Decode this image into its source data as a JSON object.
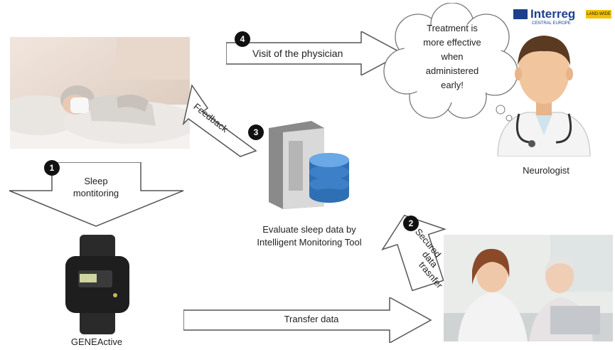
{
  "steps": {
    "step1": {
      "number": "1",
      "line1": "Sleep",
      "line2": "montitoring"
    },
    "step2": {
      "number": "2",
      "line1": "Secured",
      "line2": "data",
      "line3": "trasnfer"
    },
    "step3": {
      "number": "3",
      "label": "Feedback"
    },
    "step4": {
      "number": "4",
      "label": "Visit of the physician"
    }
  },
  "transfer_label": "Transfer data",
  "thought": {
    "line1": "Treatment is",
    "line2": "more effective",
    "line3": "when",
    "line4": "administered",
    "line5": "early!"
  },
  "captions": {
    "neurologist": "Neurologist",
    "device": "GENEActive",
    "server_line1": "Evaluate sleep data by",
    "server_line2": "Intelligent Monitoring Tool"
  },
  "logo": {
    "text": "Interreg",
    "sub": "CENTRAL EUROPE",
    "badge": "LAND-WIDE"
  }
}
